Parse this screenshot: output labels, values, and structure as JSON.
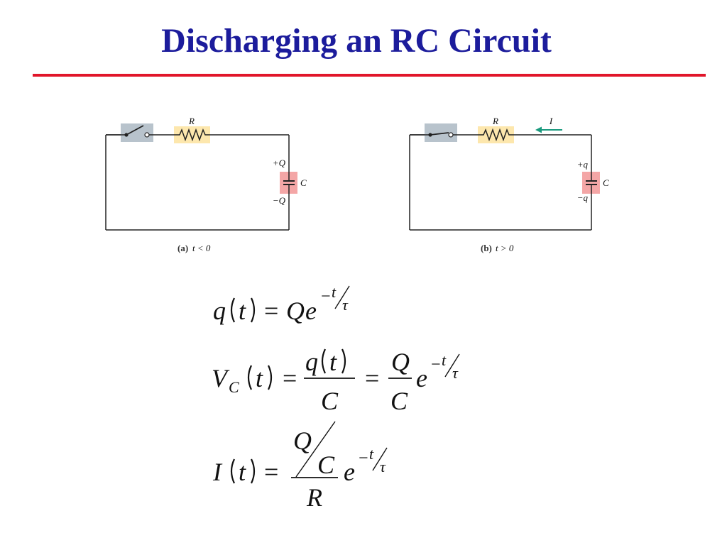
{
  "slide": {
    "title": "Discharging an RC Circuit"
  },
  "figure_a": {
    "label_R": "R",
    "label_plus": "+Q",
    "label_minus": "−Q",
    "label_C": "C",
    "caption_letter": "(a)",
    "caption_cond": "t < 0"
  },
  "figure_b": {
    "label_R": "R",
    "label_I": "I",
    "label_plus": "+q",
    "label_minus": "−q",
    "label_C": "C",
    "caption_letter": "(b)",
    "caption_cond": "t > 0"
  },
  "equations": {
    "eq1": {
      "lhs_func": "q",
      "lhs_arg": "t",
      "eq": "=",
      "Q": "Q",
      "e": "e",
      "exp_sign": "−",
      "exp_num": "t",
      "exp_den": "τ"
    },
    "eq2": {
      "lhs_func": "V",
      "lhs_sub": "C",
      "lhs_arg": "t",
      "eq": "=",
      "frac1_num_func": "q",
      "frac1_num_arg": "t",
      "frac1_den": "C",
      "eq2": "=",
      "frac2_num": "Q",
      "frac2_den": "C",
      "e": "e",
      "exp_sign": "−",
      "exp_num": "t",
      "exp_den": "τ"
    },
    "eq3": {
      "lhs_func": "I",
      "lhs_arg": "t",
      "eq": "=",
      "num_Q": "Q",
      "num_C": "C",
      "den": "R",
      "e": "e",
      "exp_sign": "−",
      "exp_num": "t",
      "exp_den": "τ"
    }
  },
  "colors": {
    "title": "#1c1c9c",
    "rule": "#e1152a",
    "switch_box": "#b8c3cc",
    "resistor_box": "#fde7ad",
    "capacitor_box": "#f4a6a6",
    "current_arrow": "#1a9a7e"
  },
  "icons": [
    "switch-open-icon",
    "switch-closed-icon",
    "resistor-icon",
    "capacitor-icon",
    "current-arrow-icon"
  ]
}
